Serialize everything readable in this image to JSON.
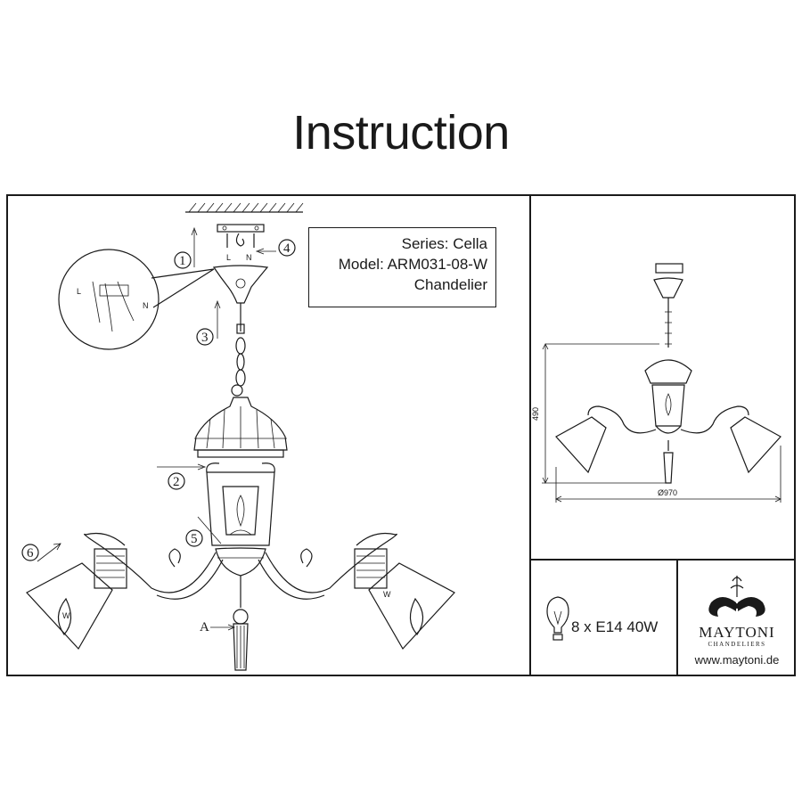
{
  "page_title": "Instruction",
  "product": {
    "series": "Series: Cella",
    "model": "Model: ARM031-08-W",
    "type": "Chandelier"
  },
  "steps": [
    "1",
    "2",
    "3",
    "4",
    "5",
    "6"
  ],
  "wiring_labels": {
    "live": "L",
    "neutral": "N"
  },
  "parts": {
    "finial": "A",
    "lamp_marking": "W"
  },
  "dimensions": {
    "height": "490",
    "diameter": "Ø970"
  },
  "bulb": {
    "spec": "8 x E14 40W"
  },
  "brand": {
    "name": "MAYTONI",
    "subtitle": "CHANDELIERS",
    "website": "www.maytoni.de"
  }
}
